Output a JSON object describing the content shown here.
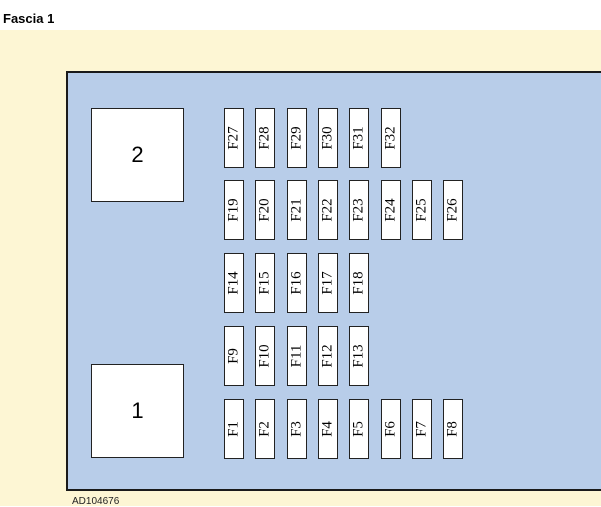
{
  "title": "Fascia 1",
  "reference_code": "AD104676",
  "colors": {
    "background": "#fdf6d4",
    "panel": "#b8cde9",
    "component": "#ffffff",
    "border": "#1a1a1a"
  },
  "relays": [
    "1",
    "2"
  ],
  "fuse_rows": [
    [
      "F27",
      "F28",
      "F29",
      "F30",
      "F31",
      "F32"
    ],
    [
      "F19",
      "F20",
      "F21",
      "F22",
      "F23",
      "F24",
      "F25",
      "F26"
    ],
    [
      "F14",
      "F15",
      "F16",
      "F17",
      "F18"
    ],
    [
      "F9",
      "F10",
      "F11",
      "F12",
      "F13"
    ],
    [
      "F1",
      "F2",
      "F3",
      "F4",
      "F5",
      "F6",
      "F7",
      "F8"
    ]
  ]
}
